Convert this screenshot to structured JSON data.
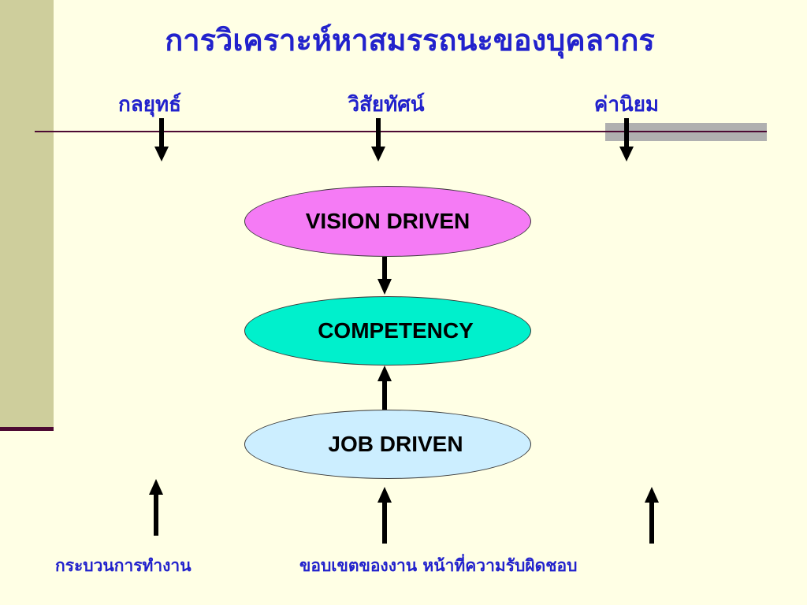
{
  "title": "การวิเคราะห์หาสมรรถนะของบุคลากร",
  "top_labels": {
    "strategy": "กลยุทธ์",
    "vision": "วิสัยทัศน์",
    "values": "ค่านิยม"
  },
  "nodes": {
    "vision_driven": "VISION DRIVEN",
    "competency": "COMPETENCY",
    "job_driven": "JOB DRIVEN"
  },
  "bottom_labels": {
    "work_process": "กระบวนการทำงาน",
    "job_scope": "ขอบเขตของงาน หน้าที่ความรับผิดชอบ"
  },
  "colors": {
    "title_text": "#2222CC",
    "background": "#FFFFE5",
    "vision_fill": "#F57BF5",
    "competency_fill": "#00F0CC",
    "job_fill": "#CCEEFF"
  }
}
